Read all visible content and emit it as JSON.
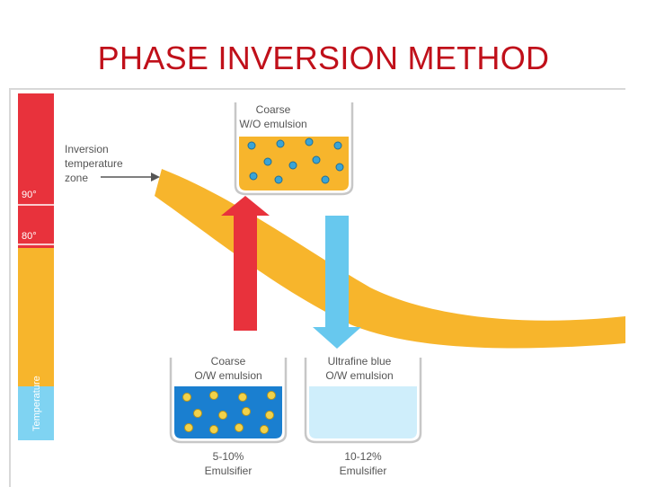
{
  "title": "PHASE INVERSION METHOD",
  "axis": {
    "label": "Temperature",
    "mark_90": "90°",
    "mark_80": "80°"
  },
  "inversion_zone": {
    "line1": "Inversion",
    "line2": "temperature",
    "line3": "zone"
  },
  "beakers": {
    "coarse_wo": {
      "line1": "Coarse",
      "line2": "W/O emulsion"
    },
    "coarse_ow": {
      "line1": "Coarse",
      "line2": "O/W emulsion",
      "emulsifier_pct": "5-10%",
      "emulsifier_label": "Emulsifier"
    },
    "ultrafine_ow": {
      "line1": "Ultrafine blue",
      "line2": "O/W emulsion",
      "emulsifier_pct": "10-12%",
      "emulsifier_label": "Emulsifier"
    }
  },
  "colors": {
    "title": "#c0101a",
    "hot_red": "#e8323c",
    "band_orange": "#f7b52c",
    "cold_blue": "#67c8ee",
    "beaker_blue": "#1a7fd0",
    "beaker_light": "#cfeefb"
  }
}
